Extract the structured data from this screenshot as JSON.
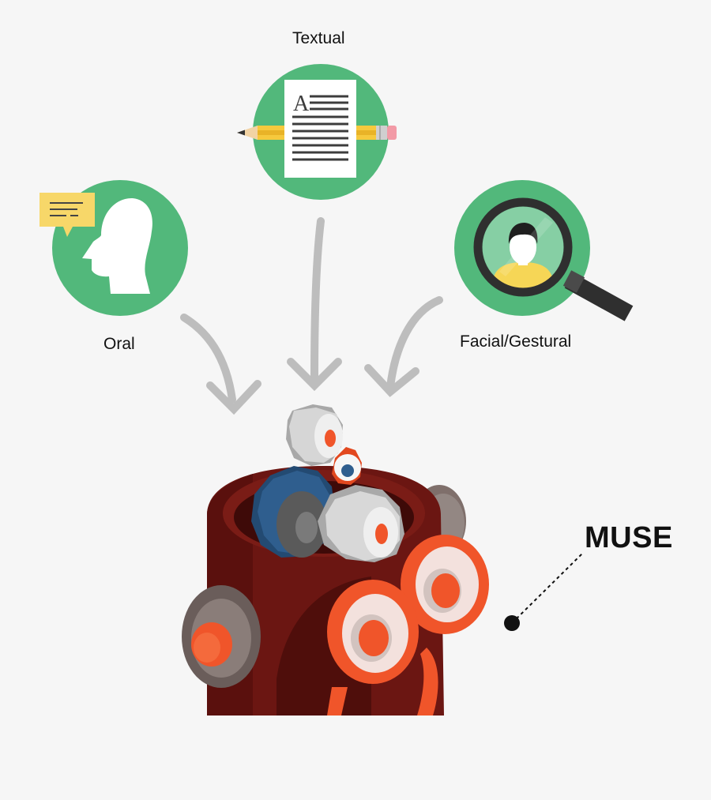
{
  "labels": {
    "textual": "Textual",
    "oral": "Oral",
    "facial_gestural": "Facial/Gestural",
    "muse": "MUSE"
  },
  "icons": {
    "textual": "document-pencil-icon",
    "oral": "speaking-head-icon",
    "facial_gestural": "magnifier-face-icon",
    "robot": "robot-head-gears-icon"
  },
  "colors": {
    "background": "#f6f6f6",
    "circle_green": "#52b87b",
    "arrow_gray": "#bdbdbd",
    "robot_dark_red": "#6b1612",
    "robot_orange": "#f0552a",
    "gear_blue": "#2f5e8e",
    "gear_gray": "#d2d2d2",
    "speech_bubble_yellow": "#f7d769",
    "shirt_yellow": "#f6d656"
  }
}
